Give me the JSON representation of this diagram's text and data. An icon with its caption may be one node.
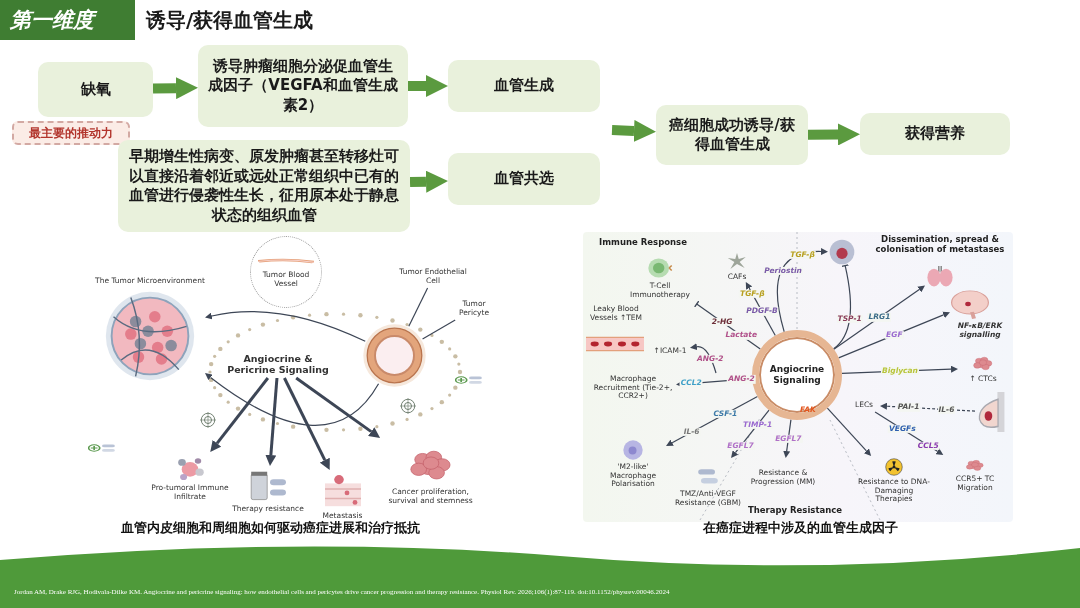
{
  "diagram": {
    "title": "诱导/获得血管生成",
    "nodes": [
      {
        "text": [
          "缺氧"
        ]
      },
      {
        "text": [
          "最主要的推动力"
        ]
      },
      {
        "text": [
          "诱导肿瘤细胞分泌促血管生成因子（VEGFA和血管生成素2）"
        ]
      },
      {
        "text": [
          "血管生成"
        ]
      },
      {
        "text": [
          "早期增生性病变、原发肿瘤甚至转移灶可以直接沿着邻近或远处正常组织中已有的血管进行侵袭性生长，征用原本处于静息状态的组织血管"
        ]
      },
      {
        "text": [
          "血管共选"
        ]
      },
      {
        "text": [
          "癌细胞成功诱导/获得血管生成"
        ]
      },
      {
        "text": [
          "获得营养"
        ]
      },
      {
        "text": [
          "The Tumor Microenvironment"
        ]
      },
      {
        "text": [],
        "shape": "picture"
      },
      {
        "text": [
          "Tumor Endothelial Cell"
        ]
      },
      {
        "text": [
          "Tumor Pericyte"
        ]
      },
      {
        "text": [
          "Tumor Blood Vessel"
        ]
      },
      {
        "text": [
          "Angiocrine & Pericrine Signaling"
        ]
      },
      {
        "text": [
          "Pro-tumoral Immune Infiltrate"
        ]
      },
      {
        "text": [
          "Therapy resistance"
        ]
      },
      {
        "text": [
          "Metastasis"
        ]
      },
      {
        "text": [
          "Cancer proliferation, survival and stemness"
        ]
      },
      {
        "text": [
          "Angiocrine Signaling"
        ]
      },
      {
        "text": [
          "T-Cell Immunotherapy"
        ]
      },
      {
        "text": [
          "CAFs"
        ]
      },
      {
        "text": [],
        "shape": "picture"
      },
      {
        "text": [],
        "shape": "picture"
      },
      {
        "text": [],
        "shape": "picture"
      },
      {
        "text": [
          "↑ CTCs"
        ]
      },
      {
        "text": [],
        "shape": "picture"
      },
      {
        "text": [
          "LECs"
        ]
      },
      {
        "text": [
          "CCR5+ TC Migration"
        ]
      },
      {
        "text": [
          "Resistance to DNA-Damaging Therapies"
        ]
      },
      {
        "text": [
          "Resistance & Progression (MM)"
        ]
      },
      {
        "text": [
          "TMZ/Anti-VEGF Resistance (GBM)"
        ]
      },
      {
        "text": [
          "'M2-like' Macrophage Polarisation"
        ]
      },
      {
        "text": [
          "Macrophage Recruitment (Tie-2+, CCR2+)"
        ]
      },
      {
        "text": [
          "↑ICAM-1"
        ]
      }
    ],
    "edges": [
      {
        "from": 0,
        "to": 2,
        "arrow": "to",
        "style": "thick",
        "color": "#5b9a3f"
      },
      {
        "from": 2,
        "to": 3,
        "arrow": "to",
        "style": "thick",
        "color": "#5b9a3f"
      },
      {
        "from": 4,
        "to": 5,
        "arrow": "to",
        "style": "thick",
        "color": "#5b9a3f"
      },
      {
        "from": null,
        "to": 6,
        "arrow": "to",
        "style": "thick",
        "color": "#5b9a3f"
      },
      {
        "from": 6,
        "to": 7,
        "arrow": "to",
        "style": "thick",
        "color": "#5b9a3f"
      },
      {
        "from": 10,
        "to": 9,
        "arrow": "none"
      },
      {
        "from": 11,
        "to": 9,
        "arrow": "none"
      },
      {
        "from": 9,
        "to": 8,
        "arrow": "to"
      },
      {
        "from": 9,
        "to": 8,
        "arrow": "to"
      },
      {
        "from": 13,
        "to": 14,
        "arrow": "to",
        "style": "thick"
      },
      {
        "from": 13,
        "to": 15,
        "arrow": "to",
        "style": "thick"
      },
      {
        "from": 13,
        "to": 16,
        "arrow": "to",
        "style": "thick"
      },
      {
        "from": 13,
        "to": 17,
        "arrow": "to",
        "style": "thick"
      },
      {
        "from": 18,
        "to": 19,
        "arrow": "other",
        "label": "2-HG"
      },
      {
        "from": 18,
        "to": 20,
        "arrow": "to",
        "label": "PDGF-B"
      },
      {
        "from": 18,
        "to": 21,
        "arrow": "to",
        "label": "Periostin"
      },
      {
        "from": 18,
        "to": 21,
        "arrow": "other",
        "label": "TSP-1"
      },
      {
        "from": 18,
        "to": 22,
        "arrow": "to",
        "label": "LRG1"
      },
      {
        "from": 18,
        "to": 23,
        "arrow": "to",
        "label": "EGF"
      },
      {
        "from": 18,
        "to": 24,
        "arrow": "to",
        "label": "Biglycan"
      },
      {
        "from": 25,
        "to": 26,
        "arrow": "to",
        "label": "PAI-1",
        "style": "dashed"
      },
      {
        "from": 26,
        "to": 27,
        "arrow": "to",
        "label": "VEGFs"
      },
      {
        "from": 18,
        "to": 28,
        "arrow": "to"
      },
      {
        "from": 18,
        "to": 29,
        "arrow": "to",
        "label": "EGFL7"
      },
      {
        "from": 18,
        "to": 30,
        "arrow": "to",
        "label": "TIMP-1"
      },
      {
        "from": 18,
        "to": 31,
        "arrow": "to",
        "label": "CSF-1"
      },
      {
        "from": 18,
        "to": 32,
        "arrow": "to",
        "label": "ANG-2"
      },
      {
        "from": null,
        "to": 33,
        "arrow": "to",
        "label": "ANG-2"
      }
    ],
    "labels": [
      "第一维度",
      "Immune Response",
      "Dissemination, spread & colonisation of metastases",
      "Lactate",
      "TGF-β",
      "TGF-β",
      "NF-κB/ERK signalling",
      "Leaky Blood Vessels ↑TEM",
      "IL-6",
      "FAK",
      "CCL5",
      "IL-6",
      "EGFL7",
      "CCL2",
      "Therapy Resistance",
      "血管内皮细胞和周细胞如何驱动癌症进展和治疗抵抗",
      "在癌症进程中涉及的血管生成因子",
      "Jordan AM, Drake RJG, Hodivala-Dilke KM. Angiocrine and pericrine signaling: how endothelial cells and pericytes drive cancer progression and therapy resistance. Physiol Rev. 2026;106(1):87-119. doi:10.1152/physrev.00046.2024"
    ]
  }
}
